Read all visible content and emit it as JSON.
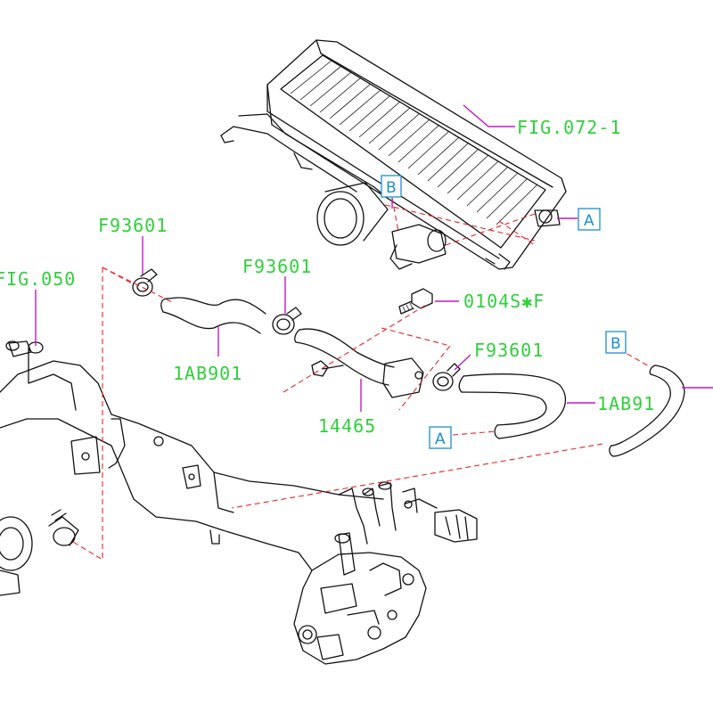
{
  "labels": {
    "fig_072_1": "FIG.072-1",
    "fig_050": "FIG.050",
    "clamp_top_left": "F93601",
    "clamp_mid": "F93601",
    "clamp_right": "F93601",
    "hose_1ab901": "1AB901",
    "hose_1ab91": "1AB91",
    "pipe_14465": "14465",
    "bolt_0104s": "0104S✱F"
  },
  "ref_markers": {
    "a_top": "A",
    "a_bottom": "A",
    "b_top": "B",
    "b_right": "B"
  },
  "colors": {
    "label": "#2fd03a",
    "leader": "#c418c4",
    "reference_box": "#1a8fd0",
    "dashed_connection": "#e8242a",
    "linework": "#111111"
  }
}
